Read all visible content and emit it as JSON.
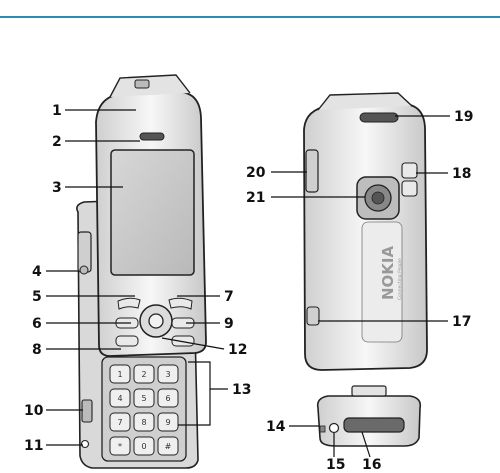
{
  "header": {
    "rule_color": "#2b8bb5"
  },
  "callouts": {
    "c1": "1",
    "c2": "2",
    "c3": "3",
    "c4": "4",
    "c5": "5",
    "c6": "6",
    "c7": "7",
    "c8": "8",
    "c9": "9",
    "c10": "10",
    "c11": "11",
    "c12": "12",
    "c13": "13",
    "c14": "14",
    "c15": "15",
    "c16": "16",
    "c17": "17",
    "c18": "18",
    "c19": "19",
    "c20": "20",
    "c21": "21"
  },
  "keypad": {
    "keys": [
      "1",
      "2",
      "3",
      "4",
      "5",
      "6",
      "7",
      "8",
      "9",
      "*",
      "0",
      "#"
    ]
  },
  "back_logo": {
    "brand": "NOKIA",
    "tagline": "Connecting People"
  }
}
